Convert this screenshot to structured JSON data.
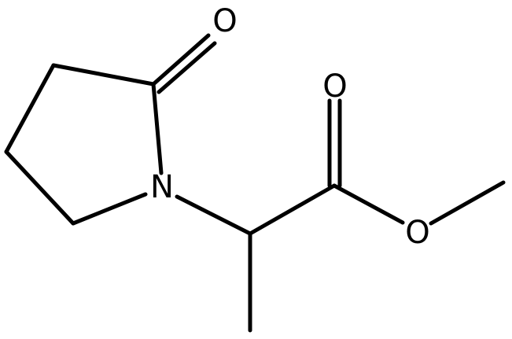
{
  "molecule": {
    "atoms": {
      "ring_carbonyl_oxygen": "O",
      "ring_nitrogen": "N",
      "ester_carbonyl_oxygen": "O",
      "ester_oxygen": "O"
    }
  },
  "colors": {
    "bond": "#000000",
    "label": "#000000",
    "background": "#ffffff"
  }
}
